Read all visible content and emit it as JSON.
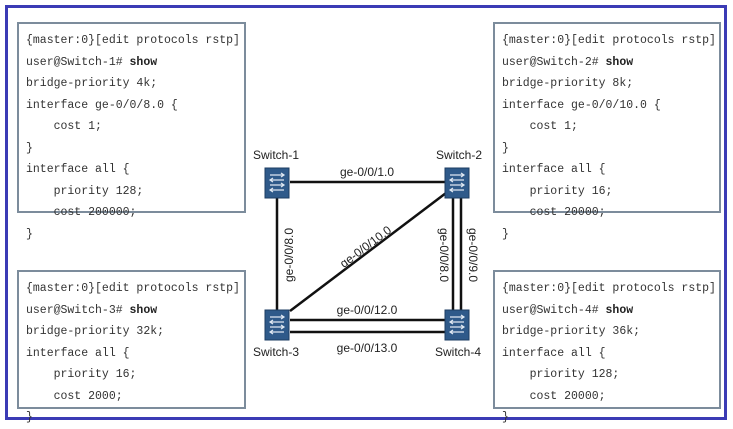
{
  "configs": [
    {
      "id": "switch-1",
      "header": "{master:0}[edit protocols rstp]",
      "prompt": "user@Switch-1# ",
      "command": "show",
      "lines": [
        "bridge-priority 4k;",
        "interface ge-0/0/8.0 {",
        "    cost 1;",
        "}",
        "interface all {",
        "    priority 128;",
        "    cost 200000;",
        "}"
      ]
    },
    {
      "id": "switch-2",
      "header": "{master:0}[edit protocols rstp]",
      "prompt": "user@Switch-2# ",
      "command": "show",
      "lines": [
        "bridge-priority 8k;",
        "interface ge-0/0/10.0 {",
        "    cost 1;",
        "}",
        "interface all {",
        "    priority 16;",
        "    cost 20000;",
        "}"
      ]
    },
    {
      "id": "switch-3",
      "header": "{master:0}[edit protocols rstp]",
      "prompt": "user@Switch-3# ",
      "command": "show",
      "lines": [
        "bridge-priority 32k;",
        "interface all {",
        "    priority 16;",
        "    cost 2000;",
        "}"
      ]
    },
    {
      "id": "switch-4",
      "header": "{master:0}[edit protocols rstp]",
      "prompt": "user@Switch-4# ",
      "command": "show",
      "lines": [
        "bridge-priority 36k;",
        "interface all {",
        "    priority 128;",
        "    cost 20000;",
        "}"
      ]
    }
  ],
  "switches": {
    "s1": "Switch-1",
    "s2": "Switch-2",
    "s3": "Switch-3",
    "s4": "Switch-4"
  },
  "links": {
    "s1_s2": "ge-0/0/1.0",
    "s1_s3": "ge-0/0/8.0",
    "s2_s3": "ge-0/0/10.0",
    "s2_s4_a": "ge-0/0/8.0",
    "s2_s4_b": "ge-0/0/9.0",
    "s3_s4_a": "ge-0/0/12.0",
    "s3_s4_b": "ge-0/0/13.0"
  },
  "colors": {
    "frame": "#3b3bb5",
    "switch": "#2f5a8a"
  }
}
